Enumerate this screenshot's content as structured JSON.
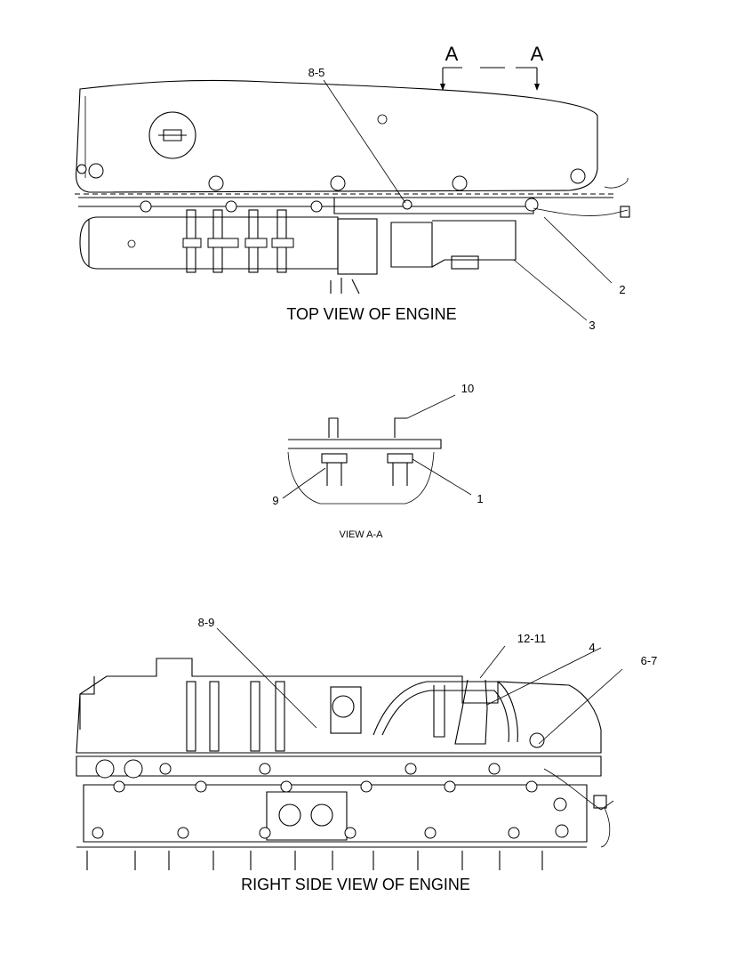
{
  "views": {
    "top": {
      "title": "TOP VIEW OF ENGINE"
    },
    "section": {
      "title": "VIEW A-A",
      "marker_left": "A",
      "marker_right": "A"
    },
    "side": {
      "title": "RIGHT SIDE VIEW OF ENGINE"
    }
  },
  "callouts": {
    "top_8_5": "8-5",
    "top_2": "2",
    "top_3": "3",
    "sec_10": "10",
    "sec_9": "9",
    "sec_1": "1",
    "side_8_9": "8-9",
    "side_12_11": "12-11",
    "side_4": "4",
    "side_6_7": "6-7"
  }
}
